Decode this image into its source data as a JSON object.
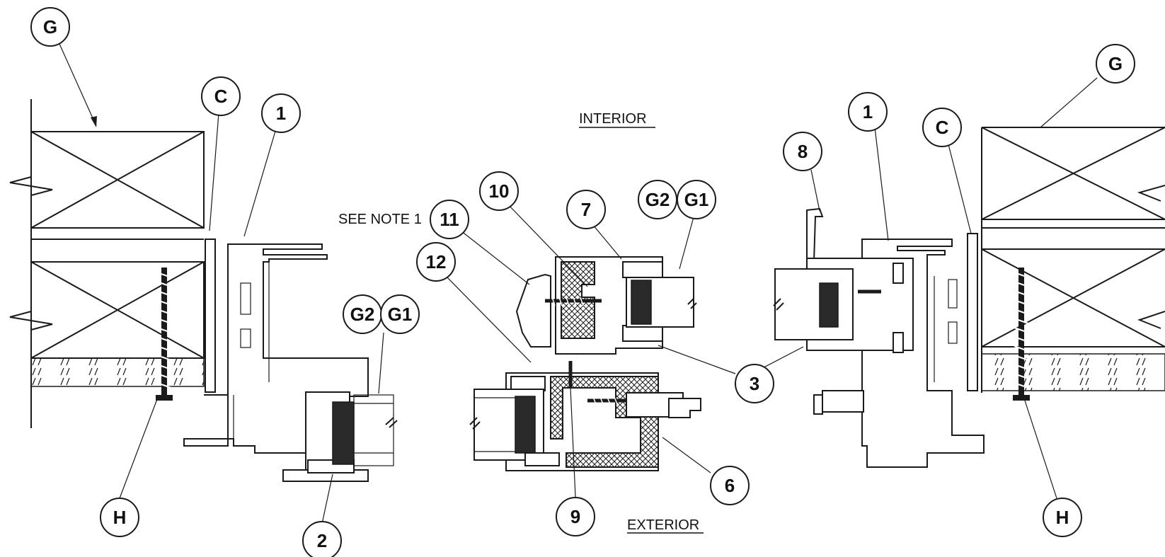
{
  "labels": {
    "interior": "INTERIOR",
    "exterior": "EXTERIOR",
    "see_note": "SEE NOTE 1"
  },
  "callouts": {
    "g_left": "G",
    "c_left": "C",
    "one_left": "1",
    "g2_left": "G2",
    "g1_left": "G1",
    "h_left": "H",
    "two": "2",
    "eleven": "11",
    "ten": "10",
    "seven": "7",
    "g2_center": "G2",
    "g1_center": "G1",
    "twelve": "12",
    "three": "3",
    "six": "6",
    "nine": "9",
    "eight": "8",
    "one_right": "1",
    "c_right": "C",
    "g_right": "G",
    "h_right": "H"
  }
}
